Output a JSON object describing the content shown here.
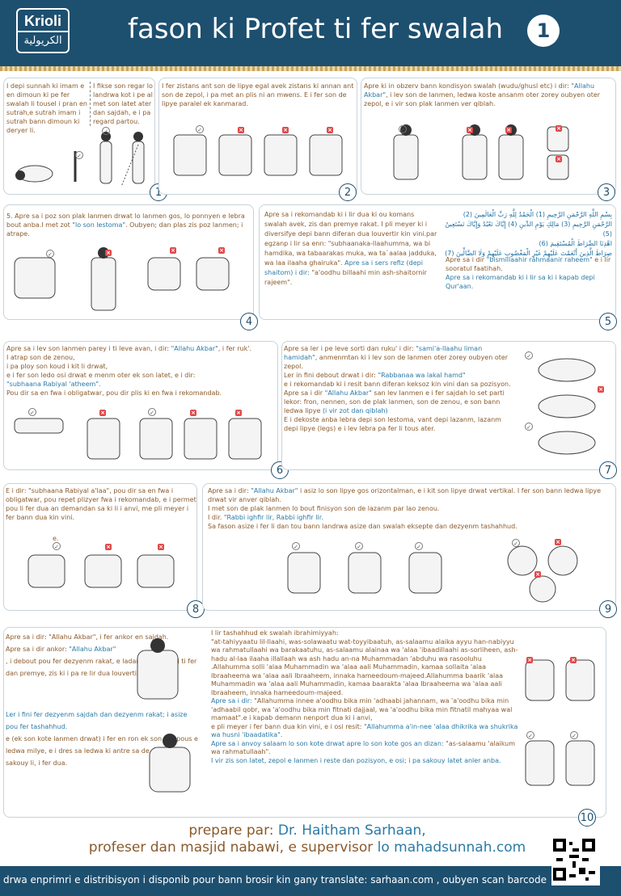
{
  "header": {
    "logo_latin": "Krioli",
    "logo_arabic": "الكريولية",
    "title": "fason ki Profet ti fer swalah",
    "page_number": "1"
  },
  "step1": {
    "number": "1",
    "text_left": "I depi sunnah ki imam e en dimoun ki pe fer swalah li tousel i pran en sutrah,e sutrah imam i sutrah bann dimoun ki deryer li.",
    "text_right": "I fikse son regar lo landrwa kot i pe al met son latet ater dan sajdah, e i pa regard partou."
  },
  "step2": {
    "number": "2",
    "text": "I fer zistans ant son de lipye egal avek zistans ki annan ant son de zepol, i pa met an plis ni an mwens. E i fer son de lipye paralel ek kanmarad."
  },
  "step3": {
    "number": "3",
    "text_a": "Apre ki in obzerv bann kondisyon swalah (wudu/ghusl etc) i dir: ",
    "text_b": "\"Allahu Akbar\"",
    "text_c": ", i lev son de lanmen, ledwa koste ansanm oter zorey oubyen oter zepol, e i vir son plak lanmen ver qiblah."
  },
  "step4": {
    "number": "4",
    "text_a": "5. Apre sa i poz son plak lanmen drwat lo lanmen gos, lo ponnyen e lebra bout anba.I met zot ",
    "text_b": "\"lo son lestoma\"",
    "text_c": ". Oubyen; dan plas zis poz lanmen; i atrape."
  },
  "step5": {
    "number": "5",
    "text_main_a": "Apre sa i rekomandab ki i lir dua ki ou komans swalah avek, zis dan premye rakat. I pli meyer ki i diversifye depi bann diferan dua louvertir kin vini.par egzanp i lir sa enn: ",
    "text_main_b": "\"subhaanaka-llaahumma, wa bi hamdika, wa tabaarakas muka, wa ta`aalaa jadduka, wa laa ilaaha ghairuka\".",
    "text_main_c": " Apre sa i sers refiz (depi shaitom) i dir: ",
    "text_main_d": "\"a'oodhu billaahi min ash-shaitornir rajeem\".",
    "arabic_1": "بِسْمِ اللَّهِ الرَّحْمَنِ الرَّحِيمِ (1) الْحَمْدُ لِلَّهِ رَبِّ الْعَالَمِينَ (2)",
    "arabic_2": "الرَّحْمَنِ الرَّحِيمِ (3) مَالِكِ يَوْمِ الدِّينِ (4) إِيَّاكَ نَعْبُدُ وَإِيَّاكَ نَسْتَعِينُ (5)",
    "arabic_3": "اهْدِنَا الصِّرَاطَ الْمُسْتَقِيمَ (6)",
    "arabic_4": "صِرَاطَ الَّذِينَ أَنْعَمْتَ عَلَيْهِمْ غَيْرِ الْمَغْضُوبِ عَلَيْهِمْ وَلَا الضَّالِّينَ (7)",
    "text_side_a": "Apre sa i dir ",
    "text_side_b": "\"bismillaahir rahmaanir raheem\"",
    "text_side_c": " e i lir sooratul faatihah.",
    "text_side_d": "Apre sa i rekomandab ki i lir sa ki i kapab depi Qur'aan."
  },
  "step6": {
    "number": "6",
    "line1a": "Apre sa i lev son lanmen parey i ti leve avan, i dir: ",
    "line1b": "\"Allahu Akbar\"",
    "line1c": ", i fer ruk'.",
    "line2": "I atrap son de zenou,",
    "line3": "i pa ploy son koud i kit li drwat,",
    "line4": "e i fer son ledo osi drwat e menm oter ek son latet, e i dir:",
    "line5": "\"subhaana Rabiyal 'atheem\".",
    "line6": "Pou dir sa en fwa i obligatwar, pou dir plis ki en fwa i rekomandab."
  },
  "step7": {
    "number": "7",
    "p1a": "Apre sa ler i pe leve sorti dan ruku' i dir: ",
    "p1b": "\"sami'a-llaahu liman hamidah\"",
    "p1c": ", anmenmtan ki i lev son de lanmen oter zorey oubyen oter zepol.",
    "p2a": "Ler in fini debout drwat i dir: ",
    "p2b": "\"Rabbanaa wa lakal hamd\"",
    "p3": "e i rekomandab ki i resit bann diferan keksoz kin vini dan sa pozisyon.",
    "p4a": "Apre sa i dir ",
    "p4b": "\"Allahu Akbar\"",
    "p4c": " san lev lanmen e i fer sajdah lo set parti lekor: fron, nennen, son de plak lanmen, son de zenou, e son bann ledwa lipye ",
    "p4d": "(i vir zot dan qiblah)",
    "p5": "E i dekoste anba lebra depi son lestoma, vant depi lazanm, lazanm depi lipye (legs) e i lev lebra pa fer li tous ater."
  },
  "step8": {
    "number": "8",
    "text": "E i dir: \"subhaana Rabiyal a'laa\", pou dir sa en fwa i obligatwar, pou repet plizyer fwa i rekomandab, e i permet pou li fer dua an demandan sa ki li i anvi, me pli meyer i fer bann dua kin vini.",
    "fig_letter": "e."
  },
  "step9": {
    "number": "9",
    "l1a": "Apre sa i dir: ",
    "l1b": "\"Allahu Akbar\"",
    "l1c": " i asiz lo son lipye gos orizontalman, e i kit son lipye drwat vertikal. I fer son bann ledwa lipye drwat vir anver qiblah.",
    "l2": "I met son de plak lanmen lo bout finisyon son de lazanm par lao zenou.",
    "l3a": "I dir. ",
    "l3b": "\"Rabbi ighfir lir, Rabbi ighfir lir.",
    "l4": "Sa fason asize i fer li dan tou bann landrwa asize dan swalah eksepte dan dezyenm tashahhud."
  },
  "step10": {
    "number": "10",
    "left_a": "Apre sa i dir: \"Allahu Akbar\", i fer ankor en sajdah.",
    "left_b1": "Apre sa i dir ankor: ",
    "left_b2": "\"Allahu Akbar\"",
    "left_c": ", i debout pou fer dezyenm rakat, e ladan i fer parey i ti fer dan premye, zis ki i pa re lir dua louvertir ankor.",
    "left_d": "Ler i fini fer dezyenm sajdah dan dezyenm rakat; i asize pou fer tashahhud.",
    "left_e": "e (ek son kote lanmen drwat) i fer en ron ek son gro pous e ledwa milye, e i dres sa ledwa ki antre sa de, e i sakouy sakouy li, i fer dua.",
    "right_1": "I lir tashahhud ek swalah ibrahimiyyah:",
    "right_2": "\"at-tahiyyaatu lil-llaahi, was-solawaatu wat-toyyibaatuh, as-salaamu alaika ayyu han-nabiyyu wa rahmatullaahi wa barakaatuhu, as-salaamu alainaa wa 'alaa 'ibaadillaahi as-sorliheen, ash-hadu al-laa ilaaha illallaah wa ash hadu an-na Muhammadan 'abduhu wa rasooluhu .Allahumma solli 'alaa Muhammadin wa 'alaa aali Muhammadin, kamaa sollaita 'alaa Ibraaheema wa 'alaa aali Ibraaheem, innaka hameedoum-majeed.Allahumma baarik 'alaa Muhammadin wa 'alaa aali Muhammadin, kamaa baarakta 'alaa Ibraaheema wa 'alaa aali Ibraaheem, innaka hameedoum-majeed.",
    "right_3a": "Apre sa i dir: ",
    "right_3b": "\"Allahumma innee a'oodhu bika min 'adhaabi jahannam, wa 'a'oodhu bika min 'adhaabil qobr, wa 'a'oodhu bika min fitnati dajjaal, wa 'a'oodhu bika min fitnatil mahyaa wal mamaat\"",
    "right_3c": ".e i kapab demann nenport dua ki i anvi,",
    "right_4a": "e pli meyer i fer bann dua kin vini, e i osi resit: ",
    "right_4b": "\"Allahumma a'in-nee 'alaa dhikrika wa shukrika wa husni 'ibaadatika\"",
    "right_4c": ".",
    "right_5a": "Apre sa i anvoy salaam lo son kote drwat apre lo son kote gos an dizan: ",
    "right_5b": "\"as-salaamu 'alaikum wa rahmatullaah\"",
    "right_5c": ".",
    "right_6": "I vir zis son latet, zepol e lanmen i reste dan pozisyon, e osi; i pa sakouy latet anler anba."
  },
  "footer": {
    "prepared_a": "prepare par: ",
    "prepared_b": "Dr. Haitham Sarhaan,",
    "role_a": "profeser dan masjid nabawi, e supervisor ",
    "role_b": "lo mahadsunnah.com",
    "bottom": "drwa enprimri e distribisyon i disponib pour bann brosir kin gany translate: sarhaan.com , oubyen scan barcode"
  },
  "icons": {
    "correct": "check-circle-icon",
    "wrong": "red-x-icon",
    "qr": "qr-code-icon"
  },
  "colors": {
    "header": "#1d4f6f",
    "text_brown": "#8a5a2b",
    "text_blue": "#2b7aa5",
    "wrong_red": "#e04848"
  }
}
